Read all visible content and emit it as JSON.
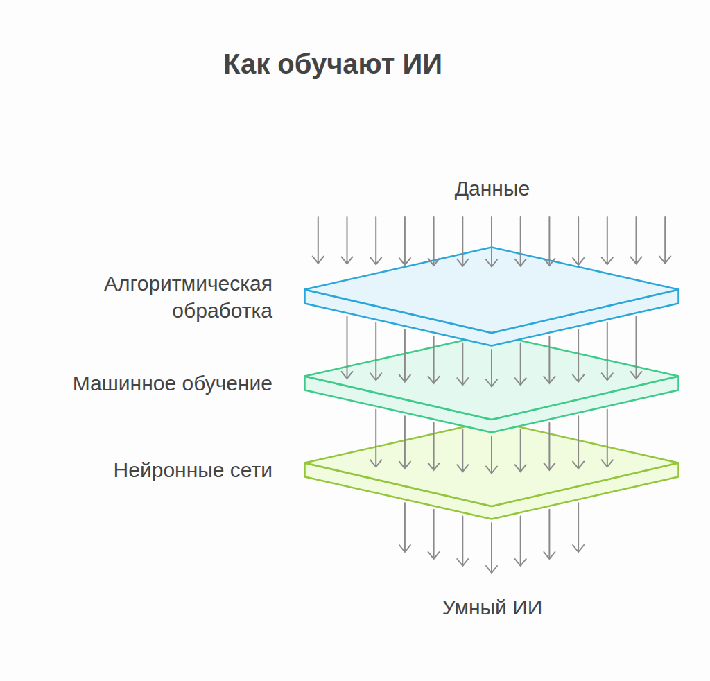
{
  "diagram": {
    "title": "Как обучают ИИ",
    "nodes": [
      {
        "text": [
          "Алгоритмическая обработка"
        ]
      },
      {
        "text": [
          "Машинное обучение"
        ]
      },
      {
        "text": [
          "Нейронные сети"
        ]
      }
    ],
    "edges": [
      {
        "from": 0,
        "to": 1,
        "arrow": "to"
      },
      {
        "from": 1,
        "to": 2,
        "arrow": "to"
      }
    ],
    "labels": [
      "Данные",
      "Умный ИИ"
    ]
  }
}
